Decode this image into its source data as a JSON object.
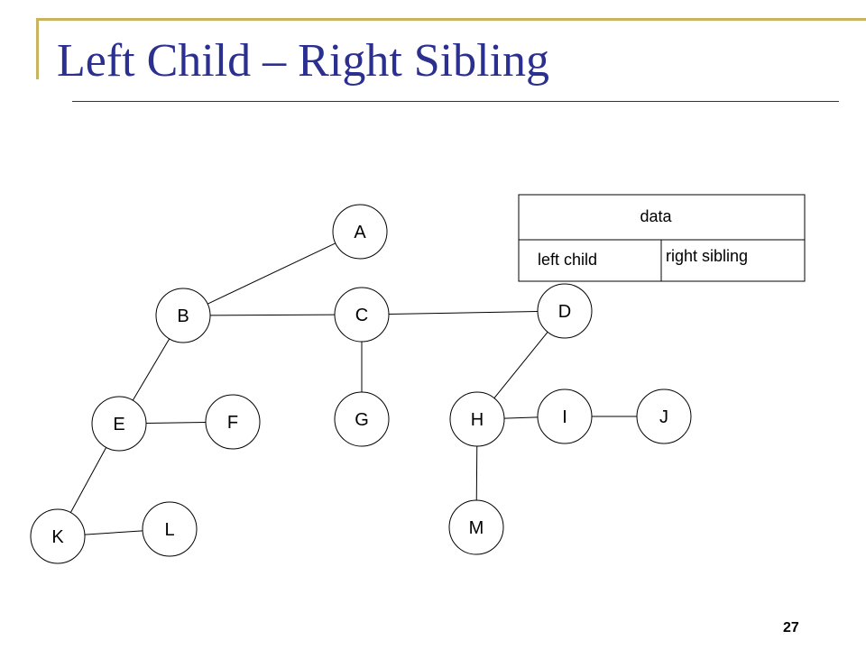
{
  "slide": {
    "title": "Left Child – Right Sibling",
    "page_number": "27"
  },
  "legend": {
    "data": "data",
    "left_child": "left child",
    "right_sibling": "right sibling"
  },
  "nodes": [
    {
      "id": "A",
      "label": "A"
    },
    {
      "id": "B",
      "label": "B"
    },
    {
      "id": "C",
      "label": "C"
    },
    {
      "id": "D",
      "label": "D"
    },
    {
      "id": "E",
      "label": "E"
    },
    {
      "id": "F",
      "label": "F"
    },
    {
      "id": "G",
      "label": "G"
    },
    {
      "id": "H",
      "label": "H"
    },
    {
      "id": "I",
      "label": "I"
    },
    {
      "id": "J",
      "label": "J"
    },
    {
      "id": "K",
      "label": "K"
    },
    {
      "id": "L",
      "label": "L"
    },
    {
      "id": "M",
      "label": "M"
    }
  ],
  "edges": [
    {
      "from": "A",
      "to": "B"
    },
    {
      "from": "B",
      "to": "C"
    },
    {
      "from": "C",
      "to": "D"
    },
    {
      "from": "B",
      "to": "E"
    },
    {
      "from": "E",
      "to": "F"
    },
    {
      "from": "C",
      "to": "G"
    },
    {
      "from": "D",
      "to": "H"
    },
    {
      "from": "H",
      "to": "I"
    },
    {
      "from": "I",
      "to": "J"
    },
    {
      "from": "H",
      "to": "M"
    },
    {
      "from": "E",
      "to": "K"
    },
    {
      "from": "K",
      "to": "L"
    }
  ]
}
